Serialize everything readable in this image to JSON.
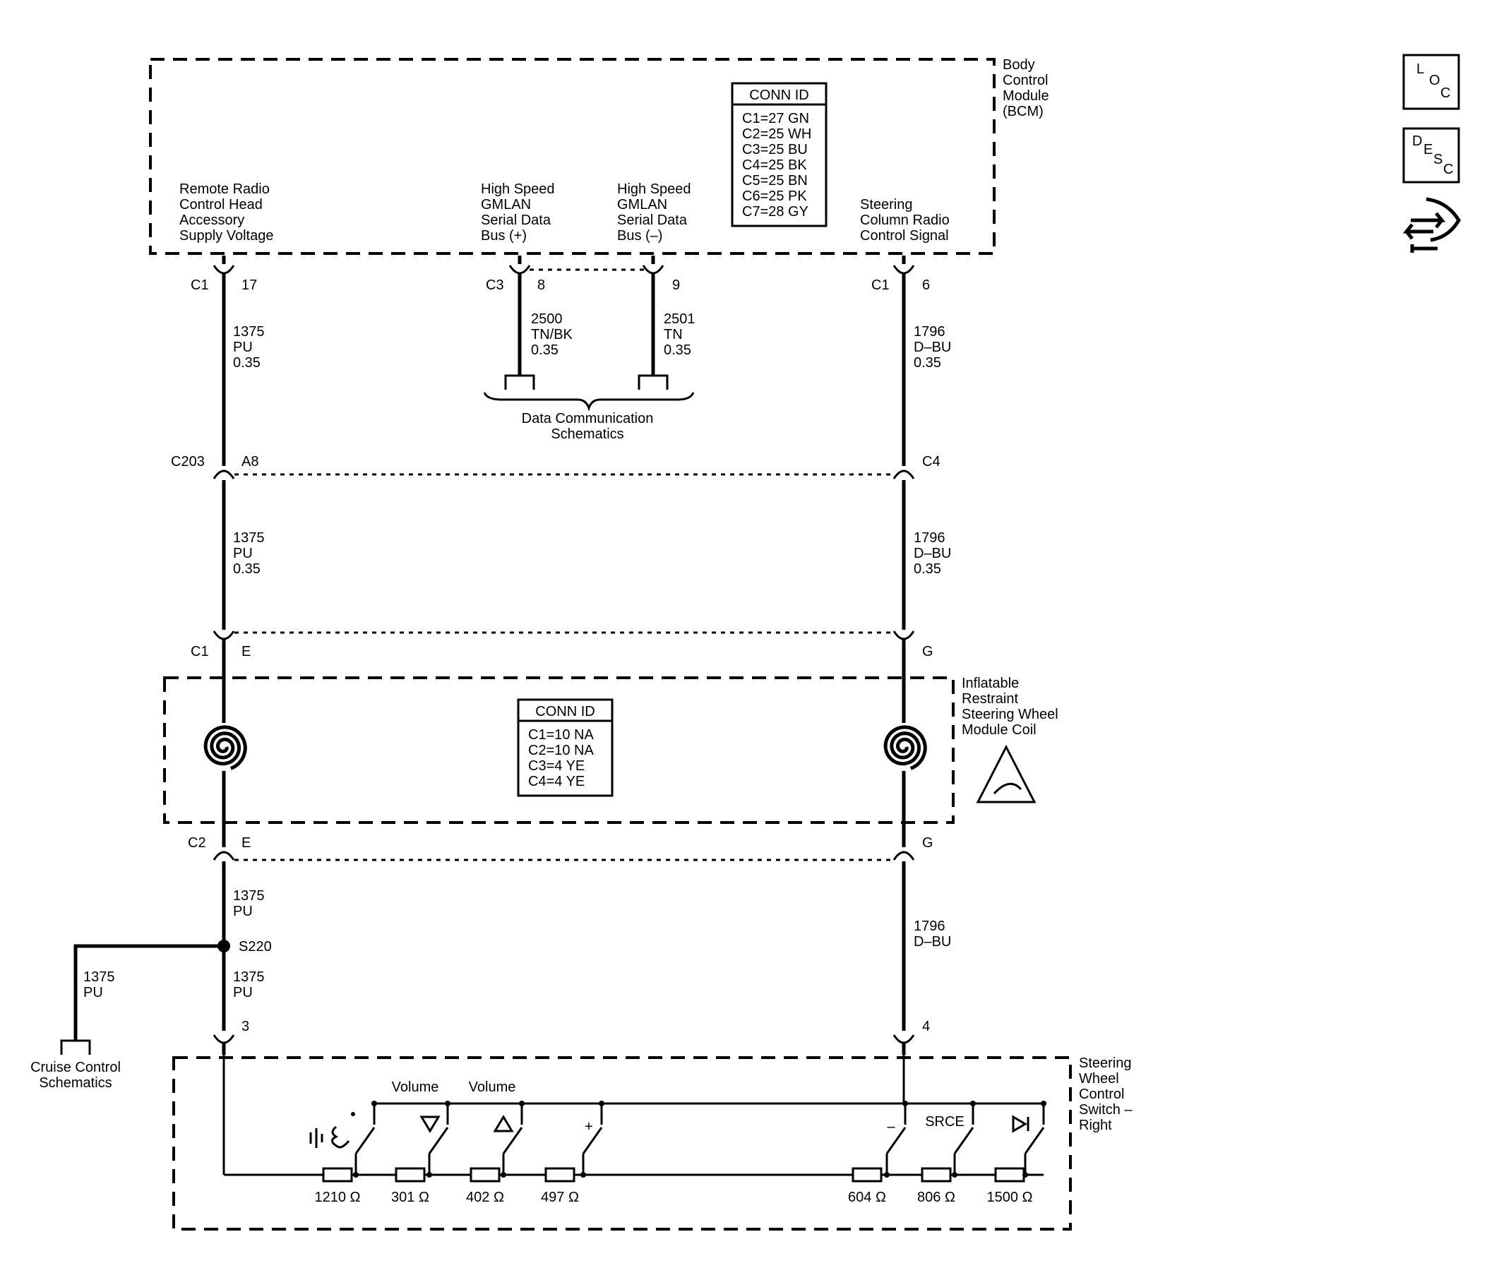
{
  "modules": {
    "bcm": {
      "name_lines": [
        "Body",
        "Control",
        "Module",
        "(BCM)"
      ]
    },
    "coil": {
      "name_lines": [
        "Inflatable",
        "Restraint",
        "Steering Wheel",
        "Module Coil"
      ]
    },
    "switch": {
      "name_lines": [
        "Steering",
        "Wheel",
        "Control",
        "Switch –",
        "Right"
      ]
    }
  },
  "conn_id_boxes": [
    {
      "header": "CONN ID",
      "lines": [
        "C1=27 GN",
        "C2=25 WH",
        "C3=25 BU",
        "C4=25 BK",
        "C5=25 BN",
        "C6=25 PK",
        "C7=28 GY"
      ]
    },
    {
      "header": "CONN ID",
      "lines": [
        "C1=10 NA",
        "C2=10 NA",
        "C3=4 YE",
        "C4=4 YE"
      ]
    }
  ],
  "bcm_terminals": [
    {
      "lines": [
        "Remote Radio",
        "Control Head",
        "Accessory",
        "Supply Voltage"
      ],
      "connector": "C1",
      "pin": "17"
    },
    {
      "lines": [
        "High Speed",
        "GMLAN",
        "Serial Data",
        "Bus (+)"
      ],
      "connector": "C3",
      "pin": "8"
    },
    {
      "lines": [
        "High Speed",
        "GMLAN",
        "Serial Data",
        "Bus (–)"
      ],
      "connector": "",
      "pin": "9"
    },
    {
      "lines": [
        "Steering",
        "Column Radio",
        "Control Signal"
      ],
      "connector": "C1",
      "pin": "6"
    }
  ],
  "wire_labels": [
    {
      "lines": [
        "1375",
        "PU",
        "0.35"
      ]
    },
    {
      "lines": [
        "2500",
        "TN/BK",
        "0.35"
      ]
    },
    {
      "lines": [
        "2501",
        "TN",
        "0.35"
      ]
    },
    {
      "lines": [
        "1796",
        "D–BU",
        "0.35"
      ]
    },
    {
      "lines": [
        "1375",
        "PU",
        "0.35"
      ]
    },
    {
      "lines": [
        "1796",
        "D–BU",
        "0.35"
      ]
    },
    {
      "lines": [
        "1375",
        "PU"
      ]
    },
    {
      "lines": [
        "1796",
        "D–BU"
      ]
    },
    {
      "lines": [
        "1375",
        "PU"
      ]
    },
    {
      "lines": [
        "1375",
        "PU"
      ]
    }
  ],
  "connector_labels": {
    "c203_left": "C203",
    "c203_left_pin": "A8",
    "c203_right_pin": "C4",
    "c1_coil_left": "C1",
    "c1_coil_left_pin": "E",
    "c1_coil_right_pin": "G",
    "c2_coil_left": "C2",
    "c2_coil_left_pin": "E",
    "c2_coil_right_pin": "G",
    "switch_left_pin": "3",
    "switch_right_pin": "4"
  },
  "splice": "S220",
  "references": {
    "data_comm": [
      "Data Communication",
      "Schematics"
    ],
    "cruise": [
      "Cruise Control",
      "Schematics"
    ]
  },
  "switch_controls": {
    "volume_down": "Volume",
    "volume_up": "Volume",
    "plus": "+",
    "minus": "–",
    "source": "SRCE",
    "seek_symbol": "ᐅ|"
  },
  "resistors": [
    "1210 Ω",
    "301 Ω",
    "402 Ω",
    "497 Ω",
    "604 Ω",
    "806 Ω",
    "1500 Ω"
  ],
  "side_icons": [
    {
      "icon": "loc-icon",
      "parts": [
        "L",
        "O",
        "C"
      ]
    },
    {
      "icon": "desc-icon",
      "parts": [
        "D",
        "E",
        "S",
        "C"
      ]
    },
    {
      "icon": "hand-arrows-icon"
    }
  ],
  "warning_icon": "airbag-warning-icon"
}
